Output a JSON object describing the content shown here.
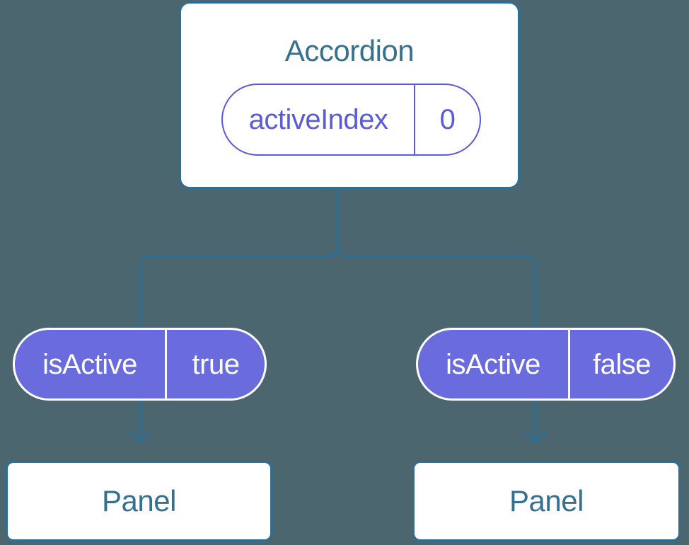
{
  "diagram": {
    "type": "component-tree",
    "root": {
      "label": "Accordion",
      "state": {
        "name": "activeIndex",
        "value": "0"
      }
    },
    "children": [
      {
        "prop": {
          "name": "isActive",
          "value": "true"
        },
        "component": "Panel"
      },
      {
        "prop": {
          "name": "isActive",
          "value": "false"
        },
        "component": "Panel"
      }
    ]
  },
  "colors": {
    "background": "#4C6670",
    "stroke_blue": "#2D6F93",
    "text_blue": "#35708E",
    "purple_fill": "#6A6BDC",
    "purple_outline": "#5B5AD8",
    "white": "#FFFFFF"
  }
}
